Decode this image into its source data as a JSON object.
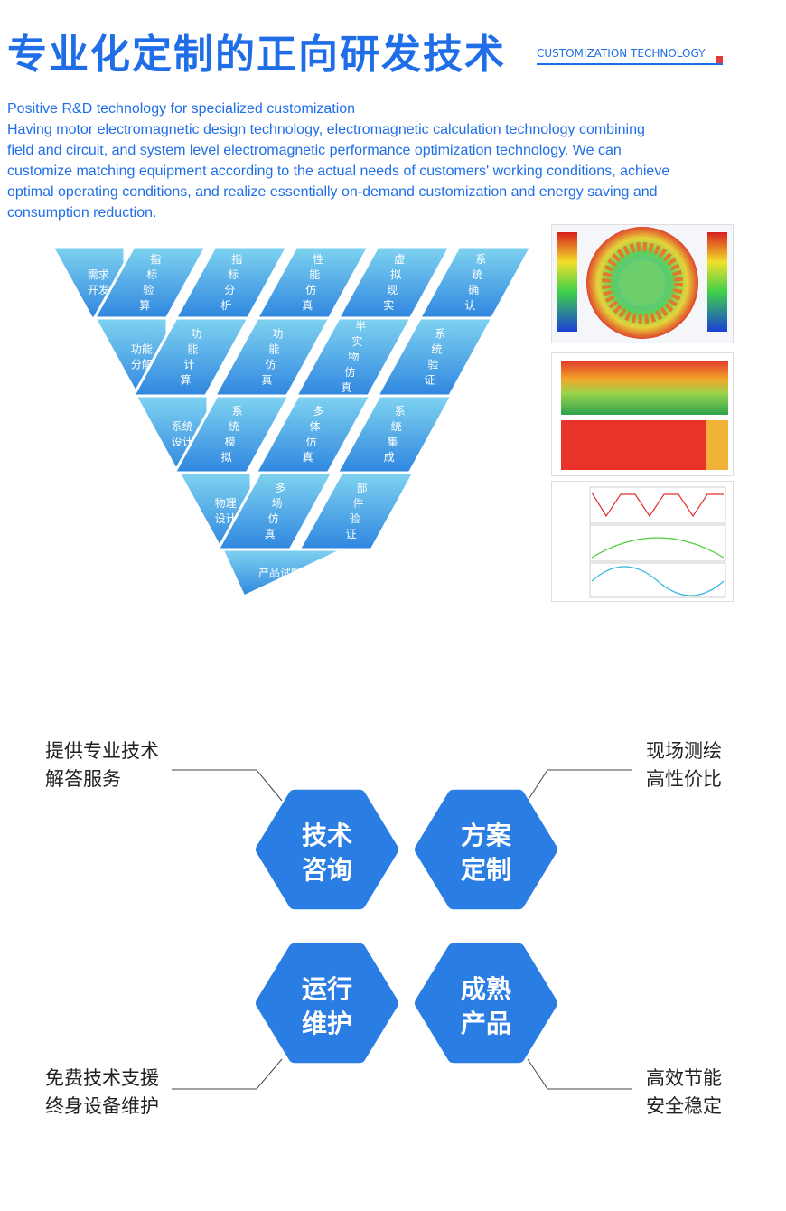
{
  "header": {
    "title": "专业化定制的正向研发技术",
    "tag": "CUSTOMIZATION TECHNOLOGY"
  },
  "description": {
    "lines": [
      "Positive R&D technology for specialized customization",
      "Having motor electromagnetic design technology, electromagnetic calculation technology combining",
      "field and circuit, and system level electromagnetic performance optimization technology. We can",
      "customize matching equipment according to the actual needs of customers' working conditions, achieve",
      "optimal operating conditions, and realize essentially on-demand customization and energy saving and",
      "consumption reduction."
    ]
  },
  "v_diagram": {
    "colors": {
      "light": "#7fd3f0",
      "dark": "#2f86df"
    },
    "row1": [
      "需求开发",
      "指标验算",
      "指标分析",
      "性能仿真",
      "虚拟现实",
      "系统确认"
    ],
    "row2": [
      "功能分解",
      "功能计算",
      "功能仿真",
      "半实物仿真",
      "系统验证"
    ],
    "row3": [
      "系统设计",
      "系统模拟",
      "多体仿真",
      "系统集成"
    ],
    "row4": [
      "物理设计",
      "多场仿真",
      "部件验证"
    ],
    "row5": [
      "产品试制"
    ]
  },
  "services": {
    "accent": "#2a7de3",
    "hexes": [
      {
        "line1": "技术",
        "line2": "咨询"
      },
      {
        "line1": "方案",
        "line2": "定制"
      },
      {
        "line1": "运行",
        "line2": "维护"
      },
      {
        "line1": "成熟",
        "line2": "产品"
      }
    ],
    "labels": [
      {
        "line1": "提供专业技术",
        "line2": "解答服务"
      },
      {
        "line1": "现场测绘",
        "line2": "高性价比"
      },
      {
        "line1": "免费技术支援",
        "line2": "终身设备维护"
      },
      {
        "line1": "高效节能",
        "line2": "安全稳定"
      }
    ]
  }
}
